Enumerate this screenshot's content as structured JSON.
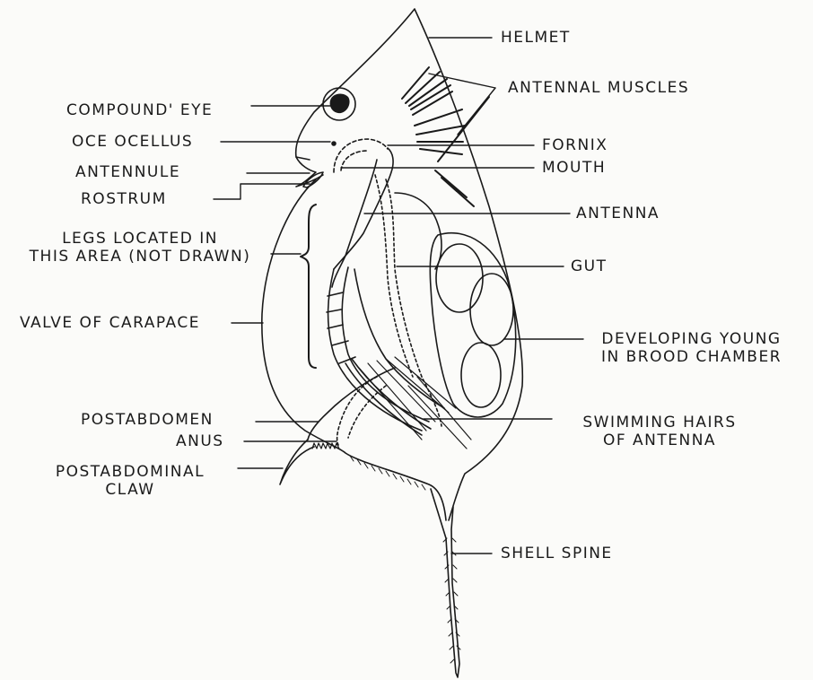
{
  "labels": {
    "helmet": "HELMET",
    "antennal_muscles": "ANTENNAL  MUSCLES",
    "compound_eye": "COMPOUND' EYE",
    "ocellus": "OCE OCELLUS",
    "fornix": "FORNIX",
    "antennule": "ANTENNULE",
    "mouth": "MOUTH",
    "rostrum": "ROSTRUM",
    "antenna": "ANTENNA",
    "legs_line1": "LEGS  LOCATED  IN",
    "legs_line2": "THIS  AREA (NOT DRAWN)",
    "gut": "GUT",
    "valve": "VALVE  OF  CARAPACE",
    "young_line1": "DEVELOPING  YOUNG",
    "young_line2": "IN  BROOD  CHAMBER",
    "postabdomen": "POSTABDOMEN",
    "swim_line1": "SWIMMING  HAIRS",
    "swim_line2": "OF  ANTENNA",
    "anus": "ANUS",
    "claw_line1": "POSTABDOMINAL",
    "claw_line2": "CLAW",
    "shell_spine": "SHELL  SPINE"
  }
}
